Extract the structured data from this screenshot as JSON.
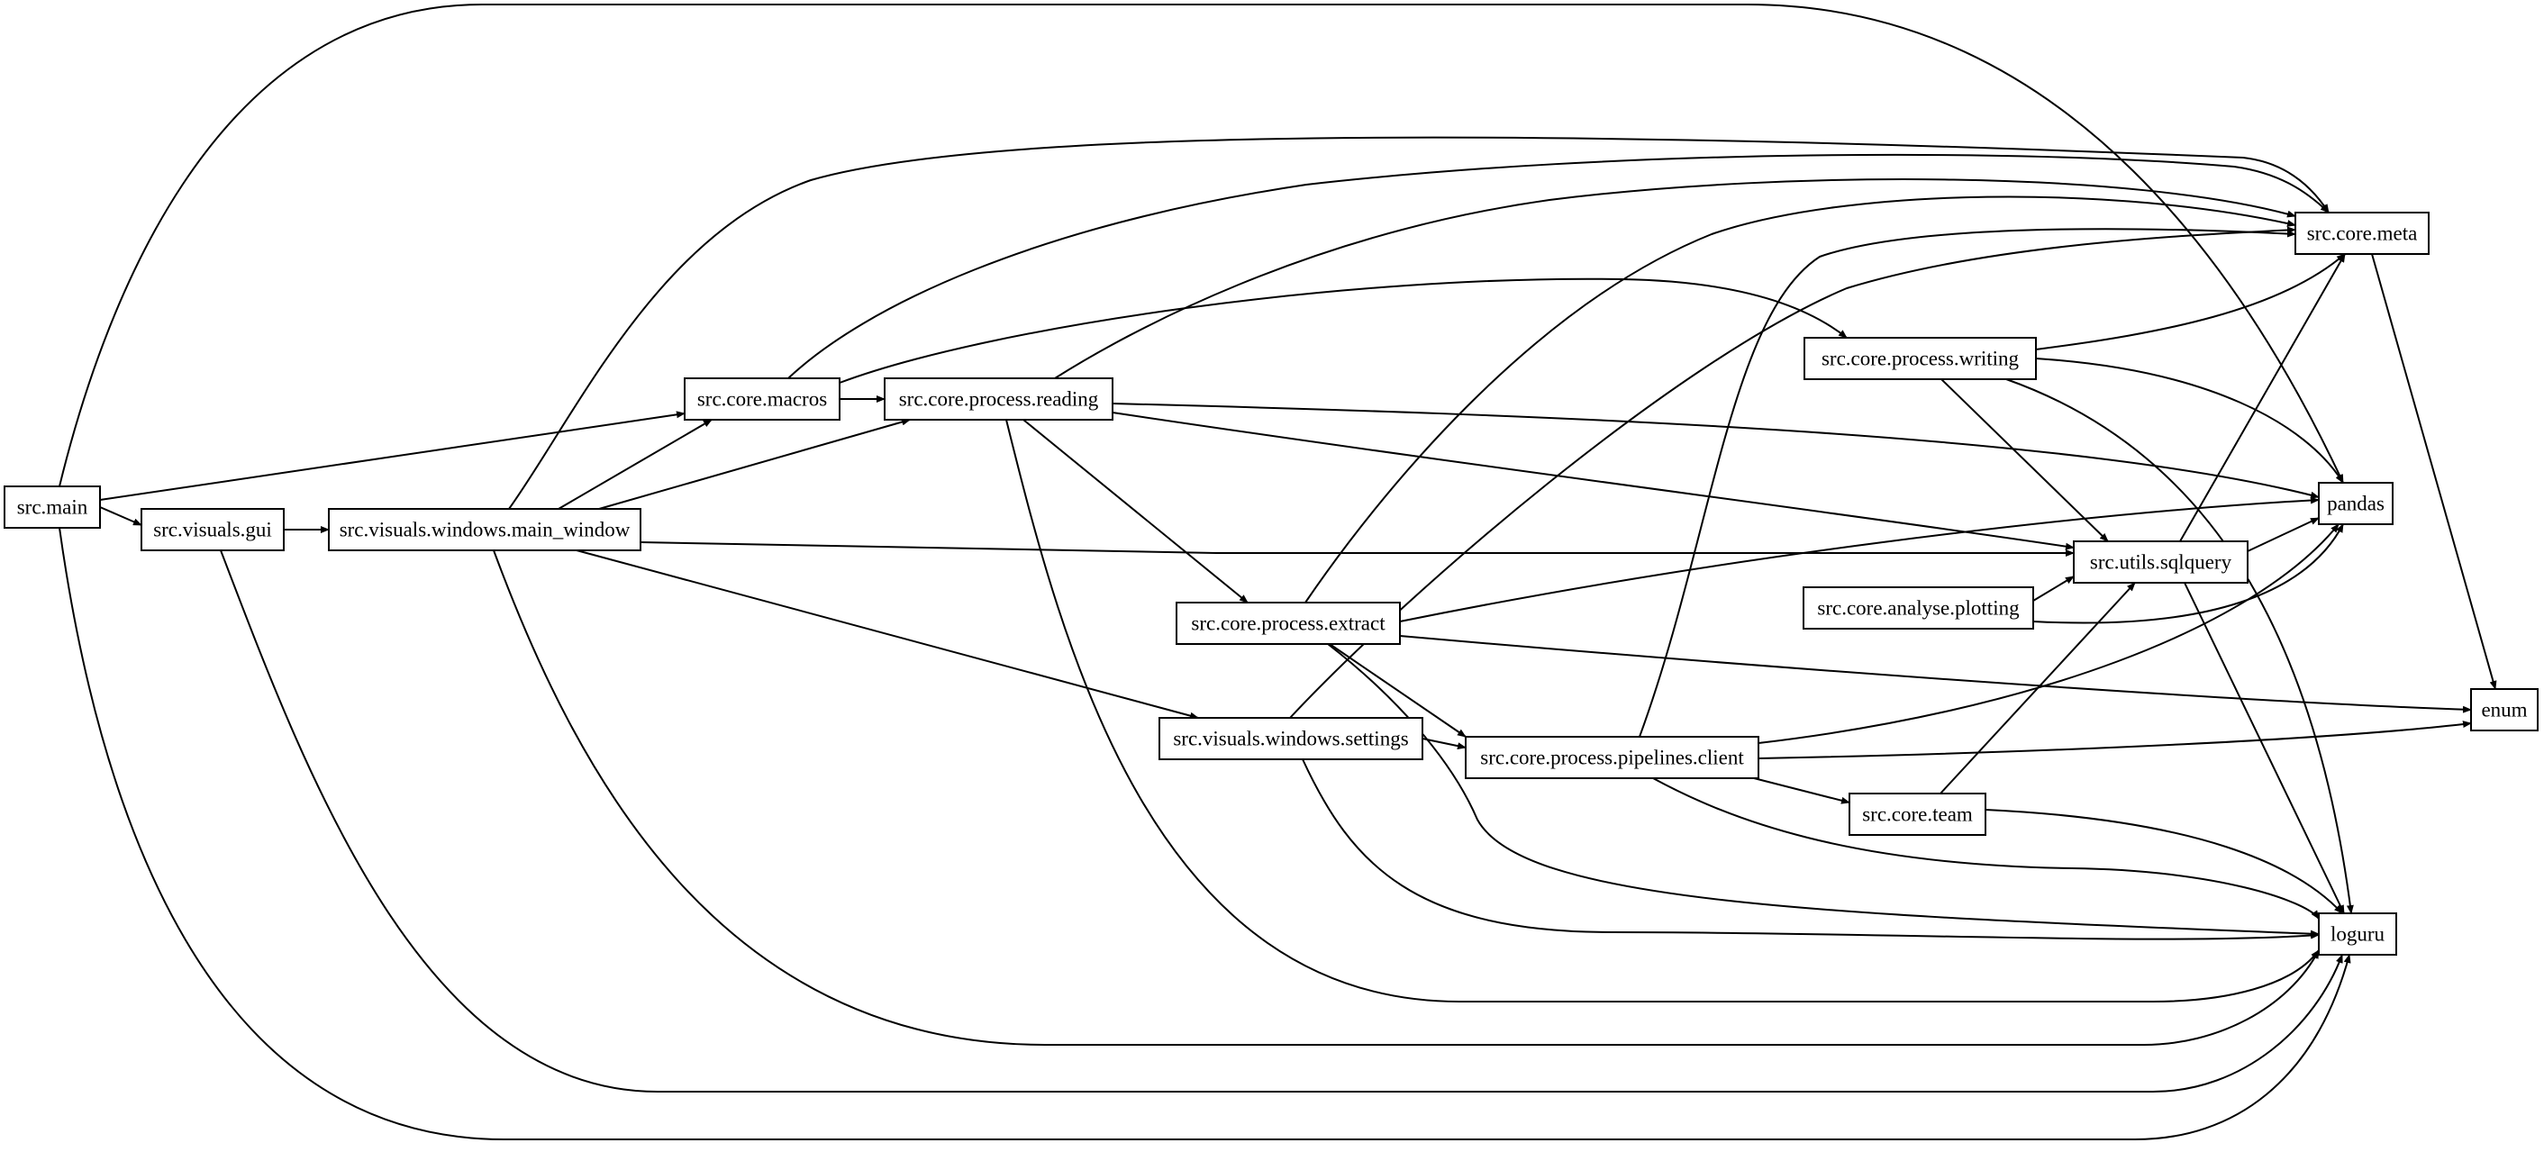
{
  "nodes": [
    {
      "id": "src_main",
      "label": "src.main"
    },
    {
      "id": "src_visuals_gui",
      "label": "src.visuals.gui"
    },
    {
      "id": "main_window",
      "label": "src.visuals.windows.main_window"
    },
    {
      "id": "macros",
      "label": "src.core.macros"
    },
    {
      "id": "reading",
      "label": "src.core.process.reading"
    },
    {
      "id": "writing",
      "label": "src.core.process.writing"
    },
    {
      "id": "extract",
      "label": "src.core.process.extract"
    },
    {
      "id": "settings",
      "label": "src.visuals.windows.settings"
    },
    {
      "id": "pipelines",
      "label": "src.core.process.pipelines.client"
    },
    {
      "id": "team",
      "label": "src.core.team"
    },
    {
      "id": "plotting",
      "label": "src.core.analyse.plotting"
    },
    {
      "id": "sqlquery",
      "label": "src.utils.sqlquery"
    },
    {
      "id": "meta",
      "label": "src.core.meta"
    },
    {
      "id": "pandas",
      "label": "pandas"
    },
    {
      "id": "enum",
      "label": "enum"
    },
    {
      "id": "loguru",
      "label": "loguru"
    }
  ],
  "edges": [
    {
      "from": "src_main",
      "to": "src_visuals_gui"
    },
    {
      "from": "src_main",
      "to": "macros"
    },
    {
      "from": "src_main",
      "to": "pandas"
    },
    {
      "from": "src_main",
      "to": "loguru"
    },
    {
      "from": "src_visuals_gui",
      "to": "main_window"
    },
    {
      "from": "src_visuals_gui",
      "to": "loguru"
    },
    {
      "from": "main_window",
      "to": "macros"
    },
    {
      "from": "main_window",
      "to": "reading"
    },
    {
      "from": "main_window",
      "to": "meta"
    },
    {
      "from": "main_window",
      "to": "sqlquery"
    },
    {
      "from": "main_window",
      "to": "settings"
    },
    {
      "from": "main_window",
      "to": "loguru"
    },
    {
      "from": "macros",
      "to": "reading"
    },
    {
      "from": "macros",
      "to": "meta"
    },
    {
      "from": "macros",
      "to": "writing"
    },
    {
      "from": "reading",
      "to": "meta"
    },
    {
      "from": "reading",
      "to": "pandas"
    },
    {
      "from": "reading",
      "to": "sqlquery"
    },
    {
      "from": "reading",
      "to": "extract"
    },
    {
      "from": "reading",
      "to": "loguru"
    },
    {
      "from": "extract",
      "to": "meta"
    },
    {
      "from": "extract",
      "to": "pandas"
    },
    {
      "from": "extract",
      "to": "enum"
    },
    {
      "from": "extract",
      "to": "pipelines"
    },
    {
      "from": "extract",
      "to": "loguru"
    },
    {
      "from": "settings",
      "to": "pipelines"
    },
    {
      "from": "settings",
      "to": "meta"
    },
    {
      "from": "settings",
      "to": "loguru"
    },
    {
      "from": "pipelines",
      "to": "meta"
    },
    {
      "from": "pipelines",
      "to": "pandas"
    },
    {
      "from": "pipelines",
      "to": "enum"
    },
    {
      "from": "pipelines",
      "to": "team"
    },
    {
      "from": "pipelines",
      "to": "loguru"
    },
    {
      "from": "writing",
      "to": "meta"
    },
    {
      "from": "writing",
      "to": "pandas"
    },
    {
      "from": "writing",
      "to": "sqlquery"
    },
    {
      "from": "writing",
      "to": "loguru"
    },
    {
      "from": "team",
      "to": "sqlquery"
    },
    {
      "from": "team",
      "to": "loguru"
    },
    {
      "from": "plotting",
      "to": "sqlquery"
    },
    {
      "from": "plotting",
      "to": "pandas"
    },
    {
      "from": "sqlquery",
      "to": "meta"
    },
    {
      "from": "sqlquery",
      "to": "pandas"
    },
    {
      "from": "sqlquery",
      "to": "loguru"
    },
    {
      "from": "meta",
      "to": "enum"
    }
  ]
}
